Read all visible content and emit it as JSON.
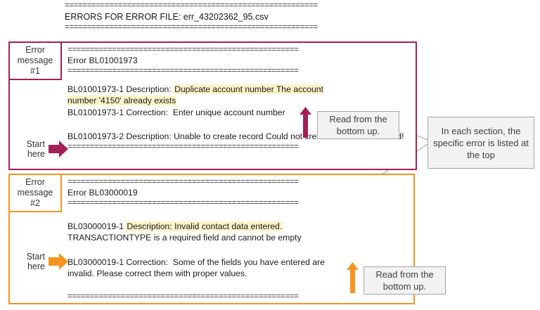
{
  "header": {
    "rule_top": "=========================================================",
    "title": "ERRORS FOR ERROR FILE: err_43202362_95.csv",
    "rule_bottom": "========================================================="
  },
  "colors": {
    "error1_accent": "#a32056",
    "error2_accent": "#f5941f",
    "highlight": "#fcf3c8",
    "callout_bg": "#f2f2f2",
    "callout_border": "#a6a6a6",
    "connector": "#bfbfbf",
    "text": "#1a1a1a"
  },
  "error_messages": [
    {
      "label": "Error message\n#1",
      "label_line1": "Error",
      "label_line2": "message",
      "label_line3": "#1",
      "accent": "#a32056",
      "rule_top": "====================================================",
      "error_id_line": "Error BL01001973",
      "rule_under_id": "====================================================",
      "rule_bottom": "====================================================",
      "entries": [
        {
          "prefix": "BL01001973-1 Description:",
          "highlighted_text": "Duplicate account number The account number '4150' already exists",
          "highlighted": true
        },
        {
          "prefix": "BL01001973-1 Correction:",
          "text": "Enter unique account number",
          "highlighted": false
        },
        {
          "prefix": "BL01001973-2 Description:",
          "text": "Unable to create record Could not create GL Account record!",
          "highlighted": false
        }
      ],
      "start_label_line1": "Start",
      "start_label_line2": "here",
      "read_callout": "Read from the bottom up."
    },
    {
      "label": "Error message\n#2",
      "label_line1": "Error",
      "label_line2": "message",
      "label_line3": "#2",
      "accent": "#f5941f",
      "rule_top": "====================================================",
      "error_id_line": "Error BL03000019",
      "rule_under_id": "====================================================",
      "rule_bottom": "====================================================",
      "entries": [
        {
          "prefix": "BL03000019-1",
          "highlighted_text": "Description:  Invalid contact data entered.",
          "continuation": "TRANSACTIONTYPE is a required field and cannot be empty",
          "highlighted": true
        },
        {
          "prefix": "BL03000019-1 Correction:",
          "text": "Some of the fields you have entered are invalid. Please correct them with proper values.",
          "highlighted": false
        }
      ],
      "start_label_line1": "Start",
      "start_label_line2": "here",
      "read_callout": "Read from the bottom up."
    }
  ],
  "section_callout": {
    "text": "In each section, the specific error is listed at the top"
  }
}
